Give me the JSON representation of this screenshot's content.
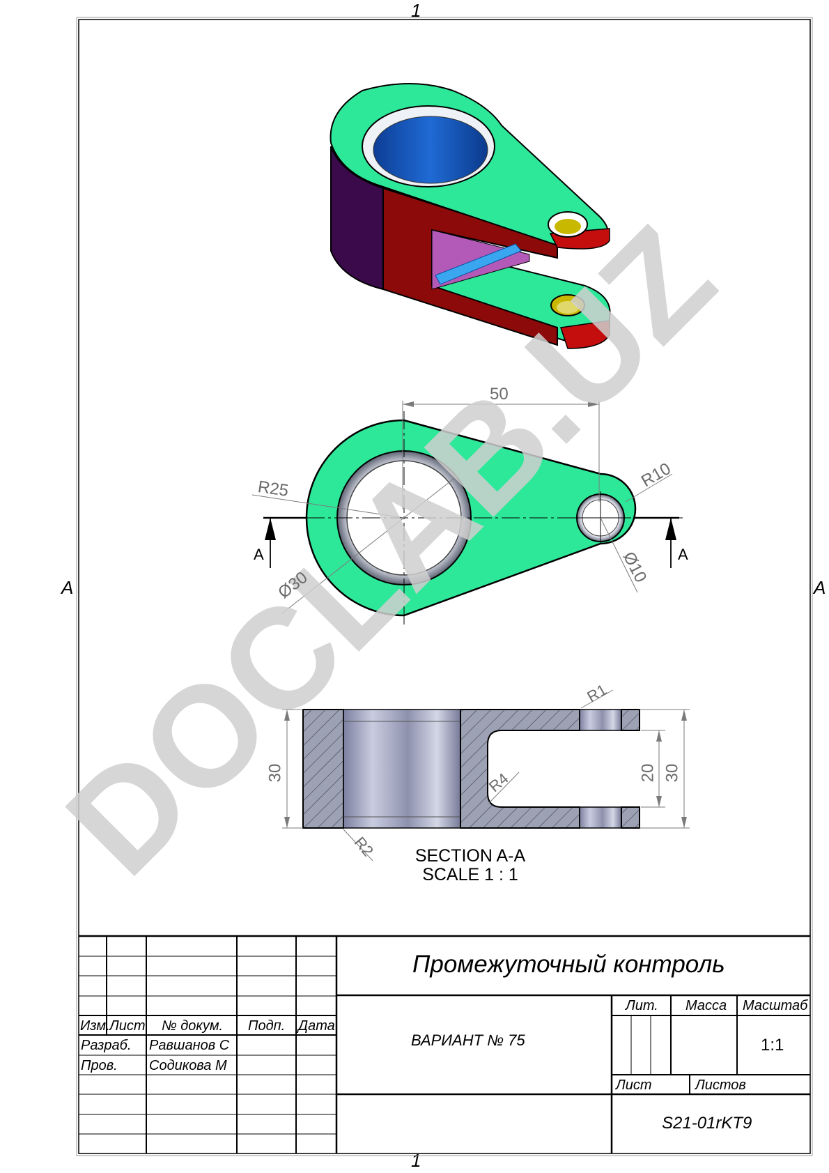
{
  "sheet": {
    "zone_top": "1",
    "zone_bottom": "1",
    "zone_left": "A",
    "zone_right": "A",
    "watermark": "DOCLAB.UZ"
  },
  "dimensions": {
    "d50": "50",
    "r25": "R25",
    "r10": "R10",
    "phi30": "Ø30",
    "phi10": "Ø10",
    "section_mark_left": "A",
    "section_mark_right": "A",
    "r1": "R1",
    "r2": "R2",
    "r4": "R4",
    "h30_left": "30",
    "h20": "20",
    "h30_right": "30"
  },
  "section": {
    "title": "SECTION A-A",
    "scale": "SCALE 1 : 1"
  },
  "title_block": {
    "title": "Промежуточный контроль",
    "variant": "ВАРИАНТ № 75",
    "code": "S21-01rKT9",
    "headers": {
      "izm": "Изм.",
      "list": "Лист",
      "dokum": "№ докум.",
      "podp": "Подп.",
      "data": "Дата"
    },
    "razrab_label": "Разраб.",
    "razrab_name": "Равшанов С",
    "prov_label": "Пров.",
    "prov_name": "Содикова М",
    "lit_label": "Лит.",
    "massa_label": "Масса",
    "masshtab_label": "Масштаб",
    "scale_value": "1:1",
    "list_label": "Лист",
    "listov_label": "Листов"
  },
  "colors": {
    "body_green": "#2ee89a",
    "face_red": "#8c0a0a",
    "bore_blue": "#1a5fc4",
    "side_purple": "#3b0a4a",
    "section_grey": "#9a9eb0",
    "watermark_grey": "#d3d3d3"
  }
}
